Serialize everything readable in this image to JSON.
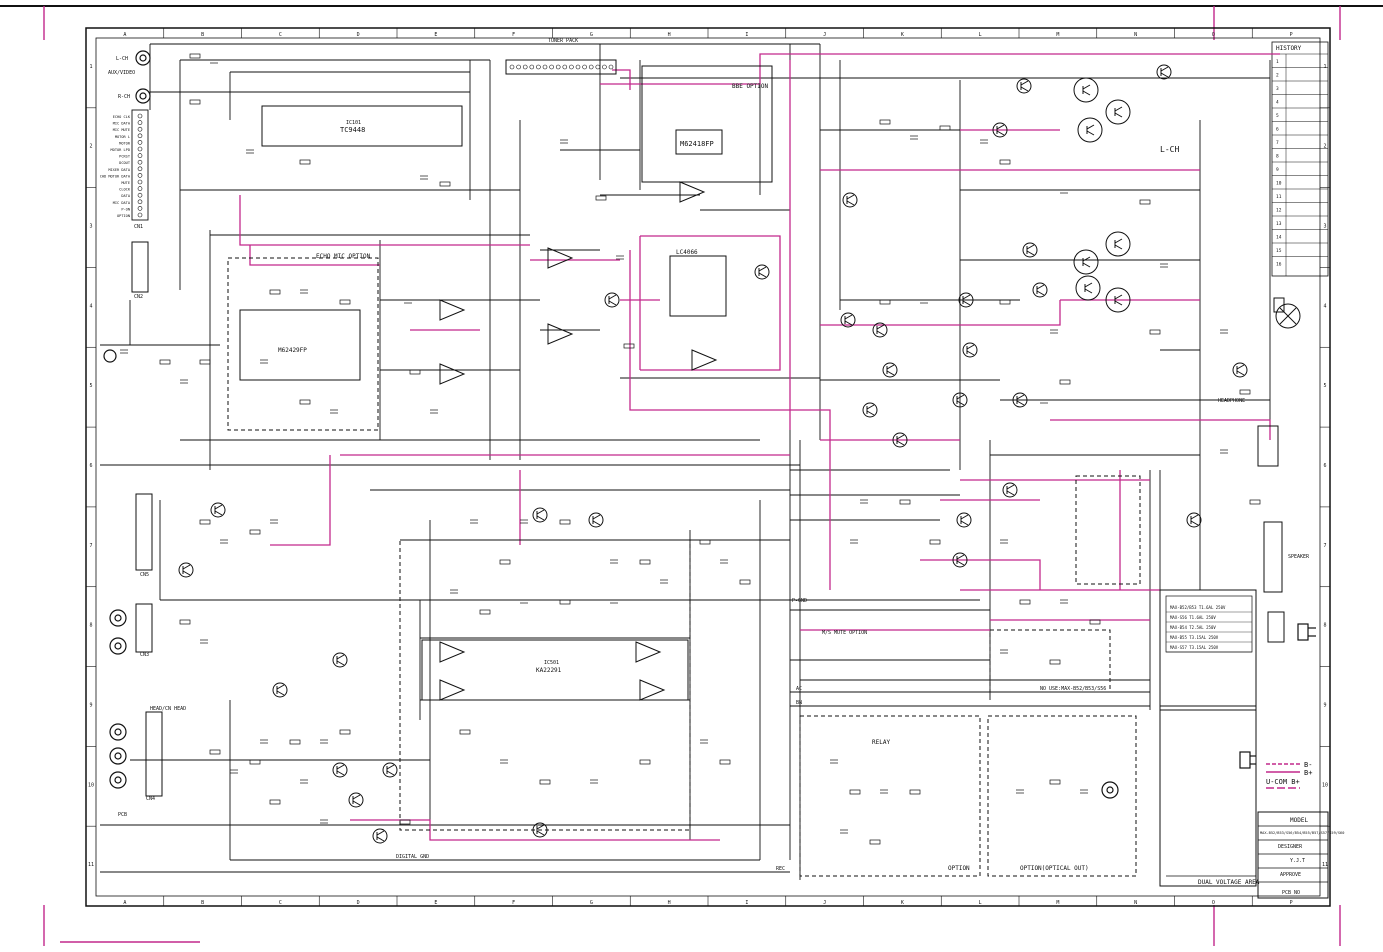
{
  "colors": {
    "ink": "#111111",
    "accent_line": "#c2288c",
    "paper": "#ffffff",
    "corner_marks": "#c2288c"
  },
  "grid": {
    "columns": [
      "A",
      "B",
      "C",
      "D",
      "E",
      "F",
      "G",
      "H",
      "I",
      "J",
      "K",
      "L",
      "M",
      "N",
      "O",
      "P"
    ],
    "rows": [
      "1",
      "2",
      "3",
      "4",
      "5",
      "6",
      "7",
      "8",
      "9",
      "10",
      "11"
    ]
  },
  "ic_labels": {
    "tc9448": "TC9448",
    "ic101": "IC101",
    "m62418fp": "M62418FP",
    "bbe_option": "BBE OPTION",
    "lc4066": "LC4066",
    "mic_ic": "M62429FP",
    "echo_mic_option": "ECHO MIC OPTION",
    "ka2000": "KA22291",
    "ic_main": "IC501",
    "relay": "RELAY"
  },
  "block_labels": {
    "l_ch": "L-CH",
    "tuner_pack": "TUNER PACK",
    "option": "OPTION",
    "optical_out": "OPTION(OPTICAL OUT)",
    "headphone": "HEADPHONE",
    "speaker": "SPEAKER",
    "dual_voltage": "DUAL VOLTAGE AREA",
    "no_use": "NO USE:MAX-B52/B53/S56",
    "digital_gnd": "DIGITAL GND",
    "rec": "REC",
    "p_gnd": "P-GND",
    "mute": "M/S MUTE OPTION",
    "ac": "AC",
    "bn": "BN"
  },
  "connectors": {
    "cn1_label": "CN1",
    "cn2_label": "CN2",
    "cn3_label": "CN3",
    "cn4_label": "CN4",
    "cn5_label": "CN5",
    "deck_head": "HEAD/CN HEAD",
    "aux_video": "AUX/VIDEO",
    "l_ch_jack": "L-CH",
    "r_ch_jack": "R-CH",
    "pcb_label": "PCB"
  },
  "left_pins": [
    "ECHO CLK",
    "MIC DATA",
    "MIC MUTE",
    "MOTOR L",
    "MOTOR",
    "MOTOR LPD",
    "PCRST",
    "DCOUT",
    "MIXER DATA",
    "CHD MOTOR DATA",
    "MUTE",
    "CLOCK",
    "DATA",
    "MIC DATA",
    "P-ON",
    "OPTION"
  ],
  "legend": {
    "b_minus": "B-",
    "b_plus": "B+",
    "u_com": "U-COM B+"
  },
  "history_header": "HISTORY",
  "history_rows": [
    "1",
    "2",
    "3",
    "4",
    "5",
    "6",
    "7",
    "8",
    "9",
    "10",
    "11",
    "12",
    "13",
    "14",
    "15",
    "16"
  ],
  "title_block": {
    "model_header": "MODEL",
    "model_value": "MAX-B52/B53/S56/B54/B55/B57/S57/S59/S60",
    "designer": "DESIGNER",
    "name": "Y.J.T",
    "approval": "APPROVE",
    "pcb_no": "PCB NO"
  },
  "power_table": {
    "rows": [
      "MAX-B52/B53 T1.6AL 250V",
      "MAX-S56 T1.6AL 250V",
      "MAX-B54 T2.5AL 250V",
      "MAX-B55 T3.15AL 250V",
      "MAX-S57 T3.15AL 250V"
    ]
  }
}
